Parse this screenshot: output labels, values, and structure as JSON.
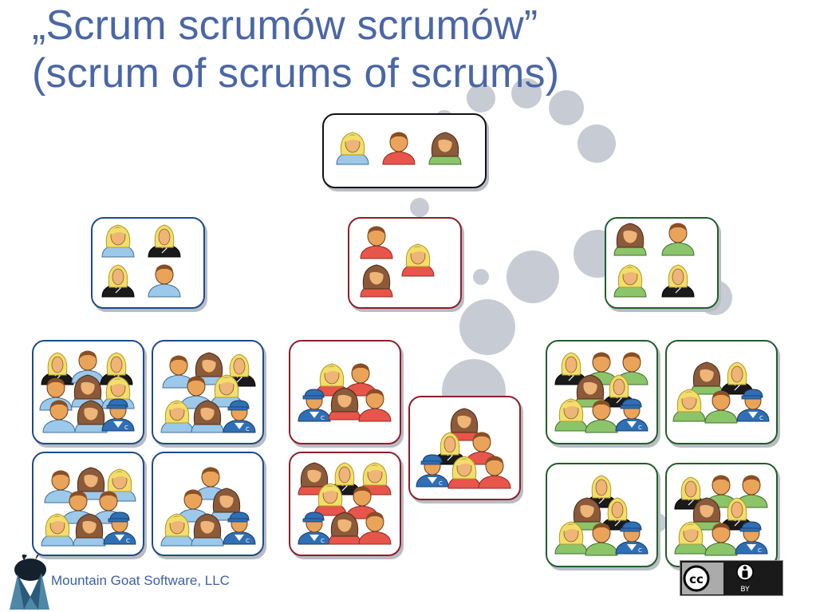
{
  "slide": {
    "title_line1": "„Scrum scrumów scrumów”",
    "title_line2": "(scrum of scrums of scrums)"
  },
  "footer": {
    "company": "Mountain Goat Software, LLC"
  },
  "license": {
    "cc_symbol": "cc",
    "by_label": "BY"
  },
  "colors": {
    "title": "#4a66a6",
    "blue_team_border": "#1d4a8a",
    "red_team_border": "#8c1f2a",
    "green_team_border": "#1f5e2a",
    "bubble": "#c7cbd3",
    "shirt_blue": "#9cc9ea",
    "shirt_red": "#e8554a",
    "shirt_green": "#8cc46a",
    "hair_blonde": "#f2df6a",
    "hair_brown": "#8a5a3a"
  },
  "diagram": {
    "top_team": {
      "members": [
        {
          "hair": "blonde",
          "shirt": "blue"
        },
        {
          "hair": "short",
          "shirt": "red"
        },
        {
          "hair": "brown",
          "shirt": "green"
        }
      ]
    },
    "mid_teams": [
      {
        "color": "blue",
        "members": [
          {
            "hair": "blonde",
            "shirt": "blue"
          },
          {
            "hair": "blonde",
            "shirt": "black"
          },
          {
            "hair": "blonde",
            "shirt": "black"
          },
          {
            "hair": "short",
            "shirt": "blue"
          }
        ]
      },
      {
        "color": "red",
        "members": [
          {
            "hair": "short",
            "shirt": "red"
          },
          {
            "hair": "blonde",
            "shirt": "red"
          },
          {
            "hair": "brown",
            "shirt": "red"
          }
        ]
      },
      {
        "color": "green",
        "members": [
          {
            "hair": "brown",
            "shirt": "green"
          },
          {
            "hair": "short",
            "shirt": "green"
          },
          {
            "hair": "blonde",
            "shirt": "green"
          },
          {
            "hair": "blonde",
            "shirt": "black"
          }
        ]
      }
    ],
    "bottom_team_groups": [
      {
        "color": "blue",
        "teams": 4
      },
      {
        "color": "red",
        "teams": 3
      },
      {
        "color": "green",
        "teams": 4
      }
    ]
  }
}
